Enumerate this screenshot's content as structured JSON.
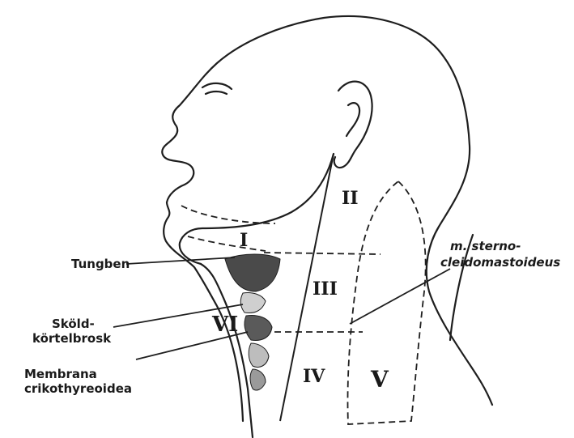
{
  "labels": {
    "tungben": "Tungben",
    "skold_line1": "Sköld-",
    "skold_line2": "körtelbrosk",
    "membrana_line1": "Membrana",
    "membrana_line2": "crikothyreoidea",
    "sterno_line1": "m. sterno-",
    "sterno_line2": "cleidomastoideus"
  },
  "zones": {
    "I": "I",
    "II": "II",
    "III": "III",
    "IV": "IV",
    "V": "V",
    "VI": "VI"
  }
}
